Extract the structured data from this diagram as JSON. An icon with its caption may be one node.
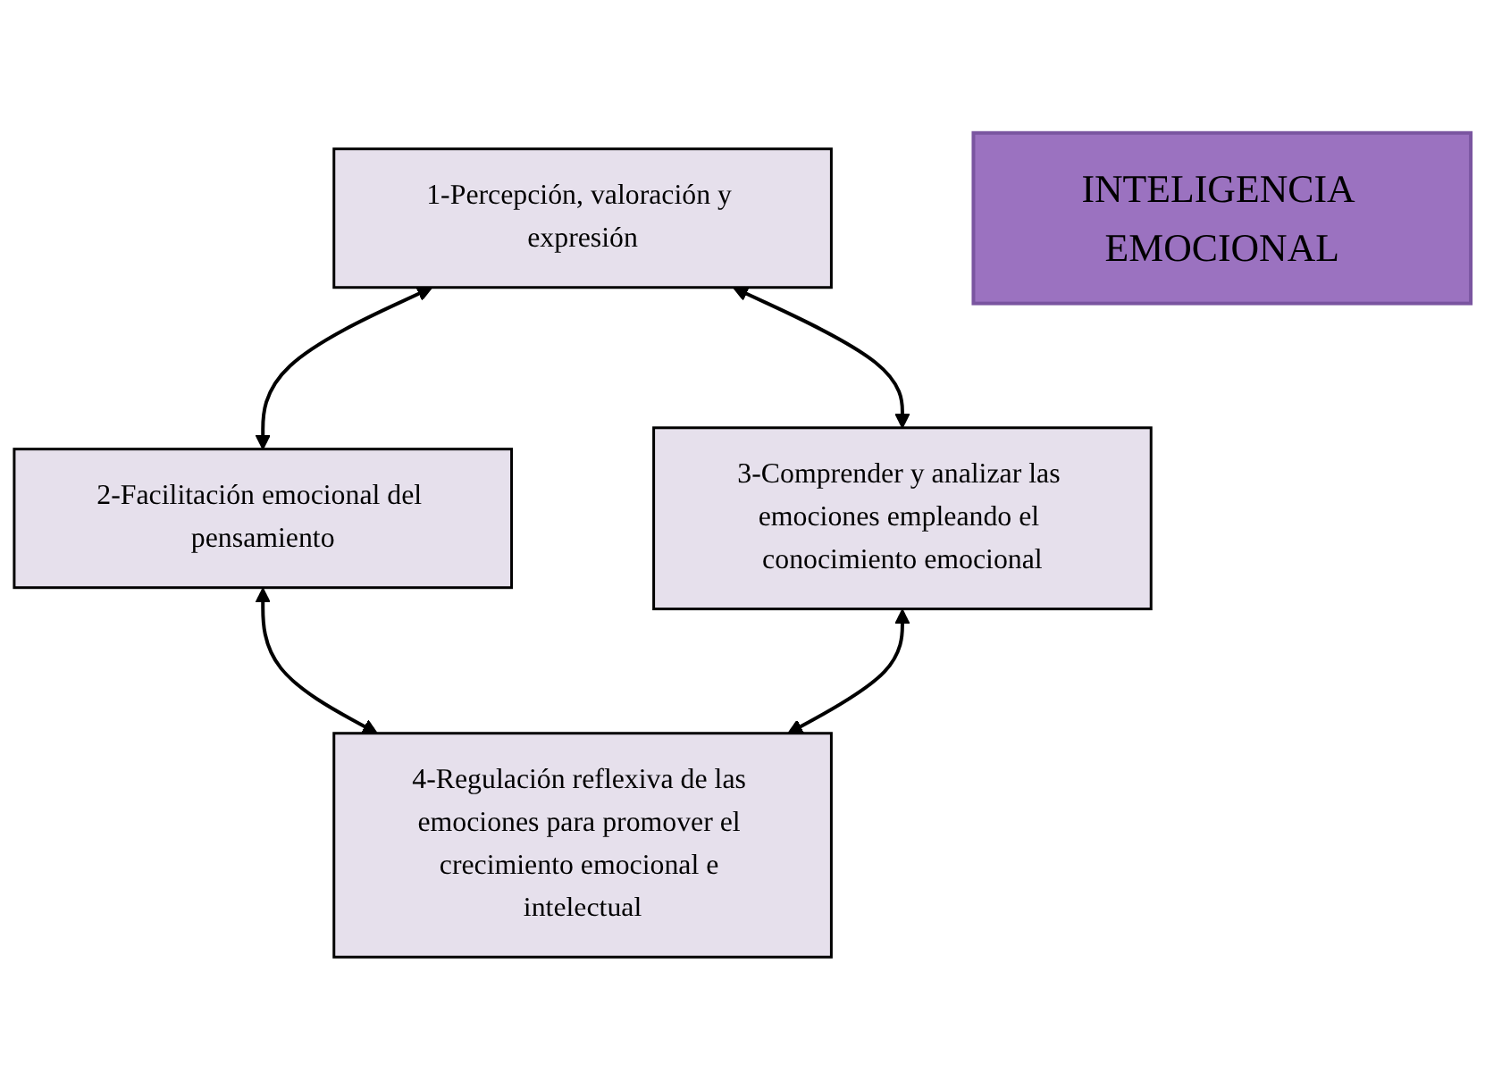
{
  "diagram": {
    "nodes": [
      {
        "text": [
          "1-Percepción, valoración y expresión"
        ]
      },
      {
        "text": [
          "2-Facilitación emocional del pensamiento"
        ]
      },
      {
        "text": [
          "INTELIGENCIA EMOCIONAL"
        ]
      },
      {
        "text": [
          "3-Comprender y analizar las emociones empleando el conocimiento emocional"
        ]
      },
      {
        "text": [
          "4-Regulación reflexiva de las emociones para promover el crecimiento emocional e intelectual"
        ]
      }
    ],
    "edges": [
      {
        "from": 0,
        "to": 1,
        "arrow": "both"
      },
      {
        "from": 0,
        "to": 3,
        "arrow": "both"
      },
      {
        "from": 1,
        "to": 4,
        "arrow": "both"
      },
      {
        "from": 3,
        "to": 4,
        "arrow": "both"
      }
    ]
  }
}
